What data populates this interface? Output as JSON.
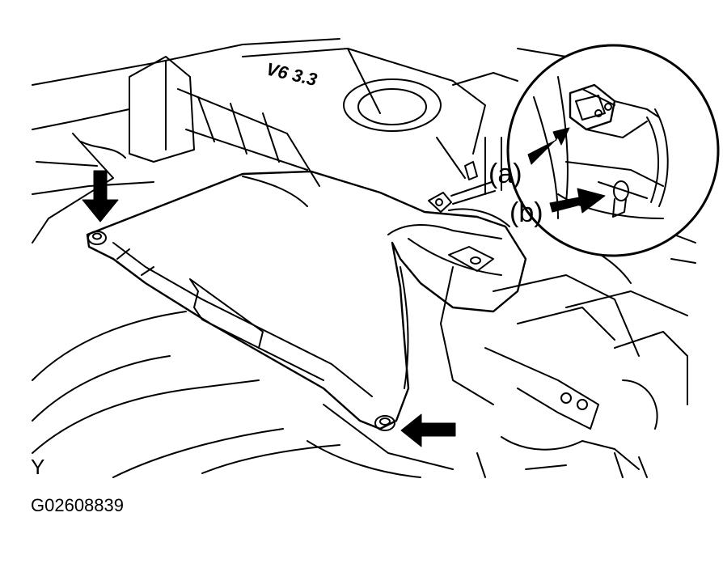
{
  "engine_marking": "V6 3.3",
  "callouts": {
    "a": "(a)",
    "b": "(b)"
  },
  "view_letter": "Y",
  "figure_id": "G02608839",
  "colors": {
    "ink": "#000000",
    "paper": "#ffffff"
  },
  "icons": [
    "arrow-icon",
    "bolt-icon",
    "connector-icon",
    "clamp-icon"
  ]
}
